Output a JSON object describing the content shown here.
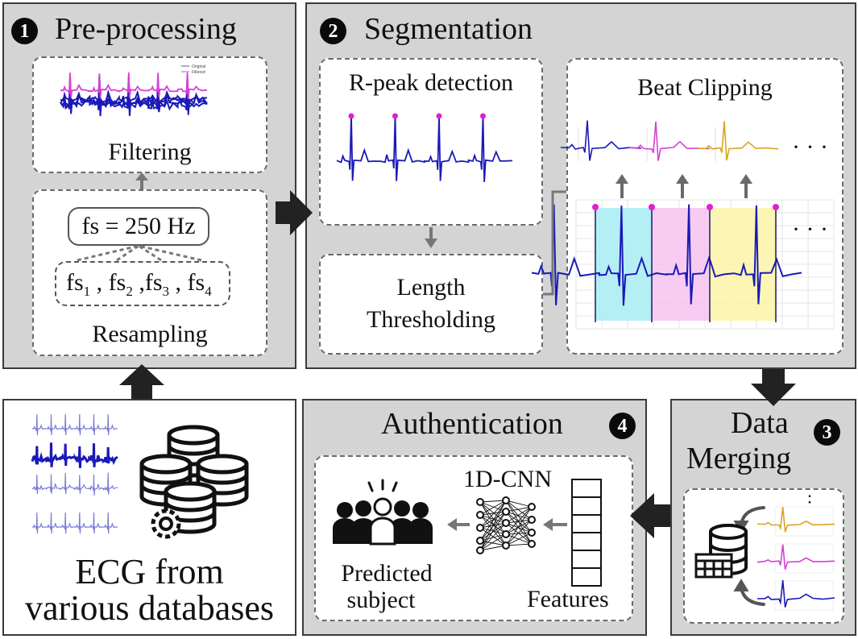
{
  "stages": [
    {
      "number": "1",
      "title": "Pre-processing"
    },
    {
      "number": "2",
      "title": "Segmentation"
    },
    {
      "number": "3",
      "title": "Data Merging"
    },
    {
      "number": "4",
      "title": "Authentication"
    }
  ],
  "preprocessing": {
    "filter_label": "Filtering",
    "legend": [
      "Original",
      "Filtered"
    ],
    "sampling_rate": "fs = 250 Hz",
    "input_rates": {
      "fs": "fs",
      "subscripts": [
        "1",
        "2",
        "3",
        "4"
      ]
    },
    "resample_label": "Resampling"
  },
  "segmentation": {
    "rpeak_label": "R-peak detection",
    "threshold_label": [
      "Length",
      "Thresholding"
    ],
    "clipping_label": "Beat Clipping",
    "ellipsis": "· · ·"
  },
  "source": {
    "label": [
      "ECG from",
      "various databases"
    ]
  },
  "merging": {
    "title_lines": [
      "Data",
      "Merging"
    ],
    "ellipsis": "⋮"
  },
  "authentication": {
    "model_label": "1D-CNN",
    "features_label": "Features",
    "predicted_label": [
      "Predicted",
      "subject"
    ]
  },
  "colors": {
    "panel": "#d4d4d4",
    "ecg_blue": "#1a1ab8",
    "ecg_magenta": "#d63fd6",
    "ecg_gold": "#d9a520",
    "peak_marker": "#e020d0",
    "beat_cyan": "#a8ecf5",
    "beat_pink": "#f6c2f0",
    "beat_yellow": "#fbf3a6"
  },
  "icons": [
    "database-stack-icon",
    "database-gear-icon",
    "neural-network-icon",
    "crowd-icon",
    "database-table-icon"
  ]
}
